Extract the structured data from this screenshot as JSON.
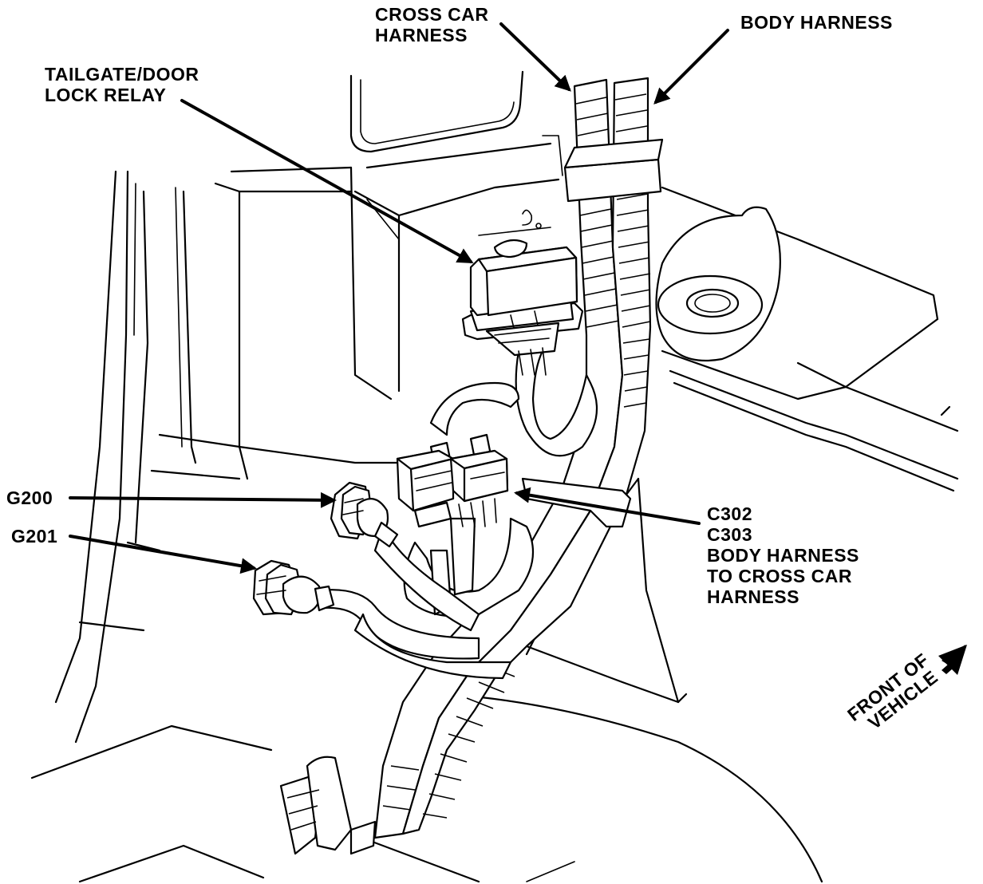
{
  "labels": {
    "cross_car_harness": [
      "CROSS CAR",
      "HARNESS"
    ],
    "body_harness": "BODY HARNESS",
    "tailgate_relay": [
      "TAILGATE/DOOR",
      "LOCK RELAY"
    ],
    "g200": "G200",
    "g201": "G201",
    "c302_c303": [
      "C302",
      "C303",
      "BODY HARNESS",
      "TO CROSS CAR",
      "HARNESS"
    ],
    "front_of_vehicle": [
      "FRONT OF",
      "VEHICLE"
    ]
  }
}
